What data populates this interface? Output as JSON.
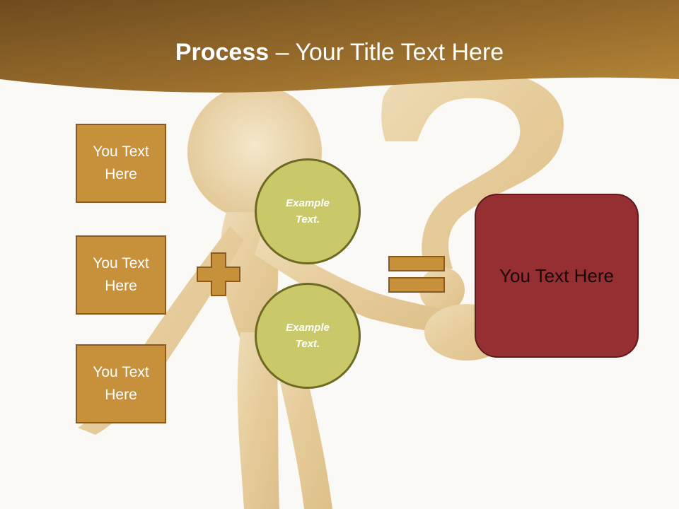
{
  "header": {
    "title_bold": "Process",
    "title_rest": " – Your Title Text Here"
  },
  "inputs": [
    {
      "label": "You Text Here"
    },
    {
      "label": "You Text Here"
    },
    {
      "label": "You Text Here"
    }
  ],
  "circles": [
    {
      "label": "Example Text."
    },
    {
      "label": "Example Text."
    }
  ],
  "result": {
    "label": "You Text Here"
  },
  "colors": {
    "header_gradient_start": "#6e4a1e",
    "header_gradient_end": "#b8893a",
    "box_fill": "#c7913b",
    "box_border": "#8c5a1f",
    "circle_fill": "#c9c96a",
    "circle_border": "#6e6a24",
    "result_fill": "#962f32",
    "operator_fill": "#c7913b"
  },
  "icons": {
    "plus": "plus-icon",
    "equals": "equals-icon",
    "background": "golden-figure-question-mark-illustration"
  }
}
